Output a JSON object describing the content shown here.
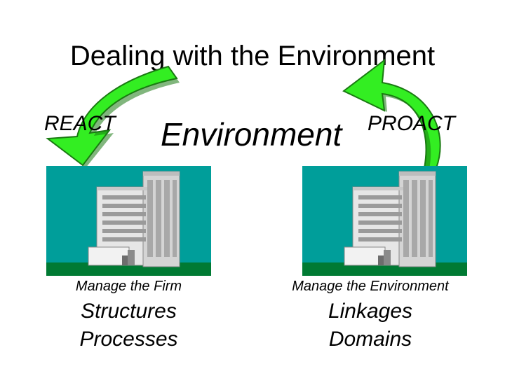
{
  "slide": {
    "title": "Dealing with the Environment",
    "center_label": "Environment",
    "left": {
      "label": "REACT",
      "caption": "Manage the Firm",
      "items": [
        "Structures",
        "Processes"
      ]
    },
    "right": {
      "label": "PROACT",
      "caption": "Manage the Environment",
      "items": [
        "Linkages",
        "Domains"
      ]
    }
  },
  "colors": {
    "sky": "#009e9a",
    "grass": "#007a33",
    "arrow_fill": "#33ee22",
    "arrow_edge": "#1a7a12"
  },
  "icons": {
    "arrow_left": "curved-arrow-down-icon",
    "arrow_right": "curved-arrow-up-icon",
    "building": "office-building-icon"
  }
}
